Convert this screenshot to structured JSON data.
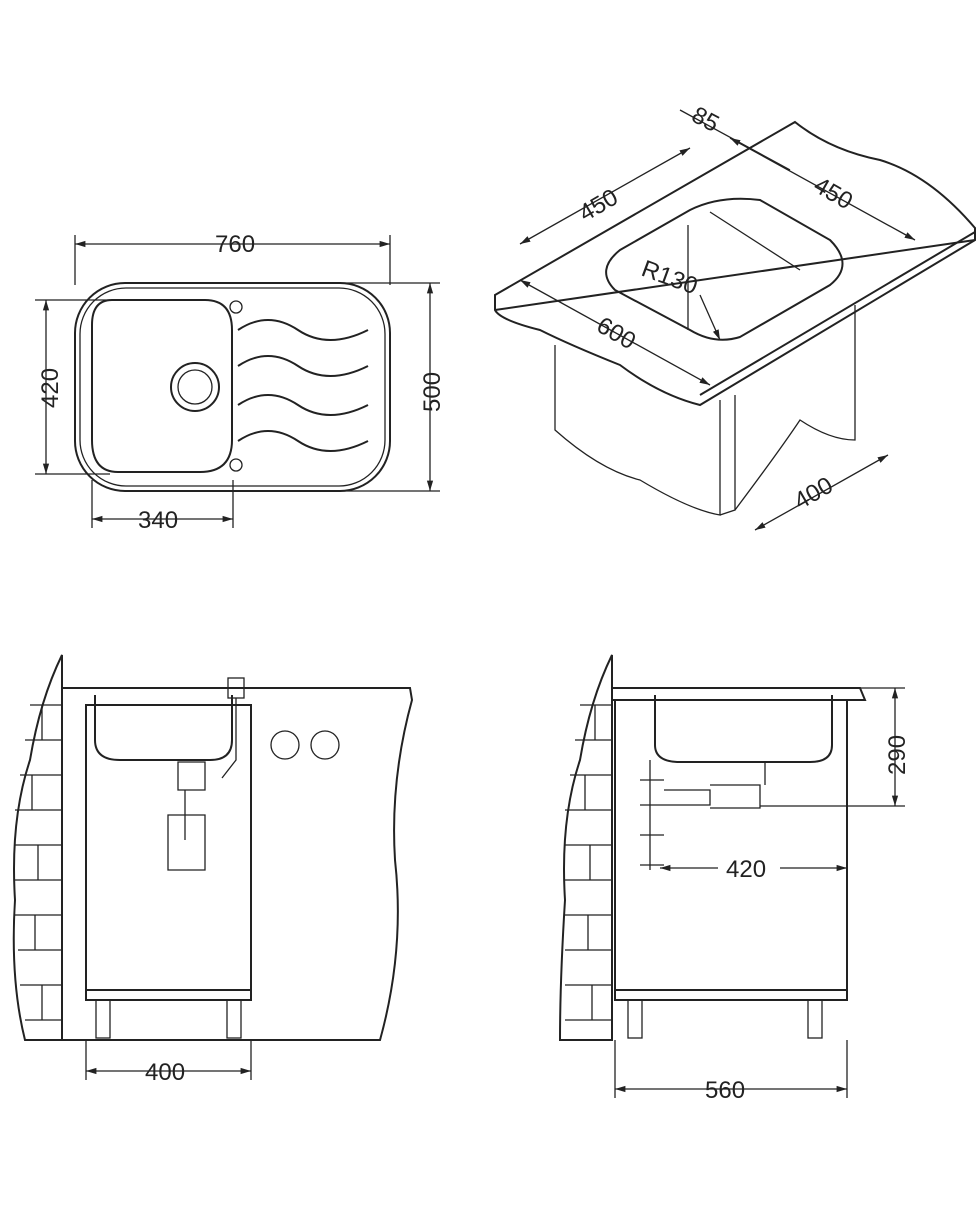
{
  "top_view": {
    "width": "760",
    "height_bowl": "420",
    "height_total": "500",
    "bowl_width": "340"
  },
  "cabinet_iso": {
    "front_edge": "85",
    "cutout_left": "450",
    "cutout_right": "450",
    "radius": "R130",
    "cutout_depth": "600",
    "cabinet_depth": "400"
  },
  "front_view": {
    "cabinet_width": "400"
  },
  "side_view": {
    "depth": "290",
    "drain_offset": "420",
    "cabinet_depth": "560"
  },
  "colors": {
    "line": "#222222",
    "background": "#ffffff"
  }
}
